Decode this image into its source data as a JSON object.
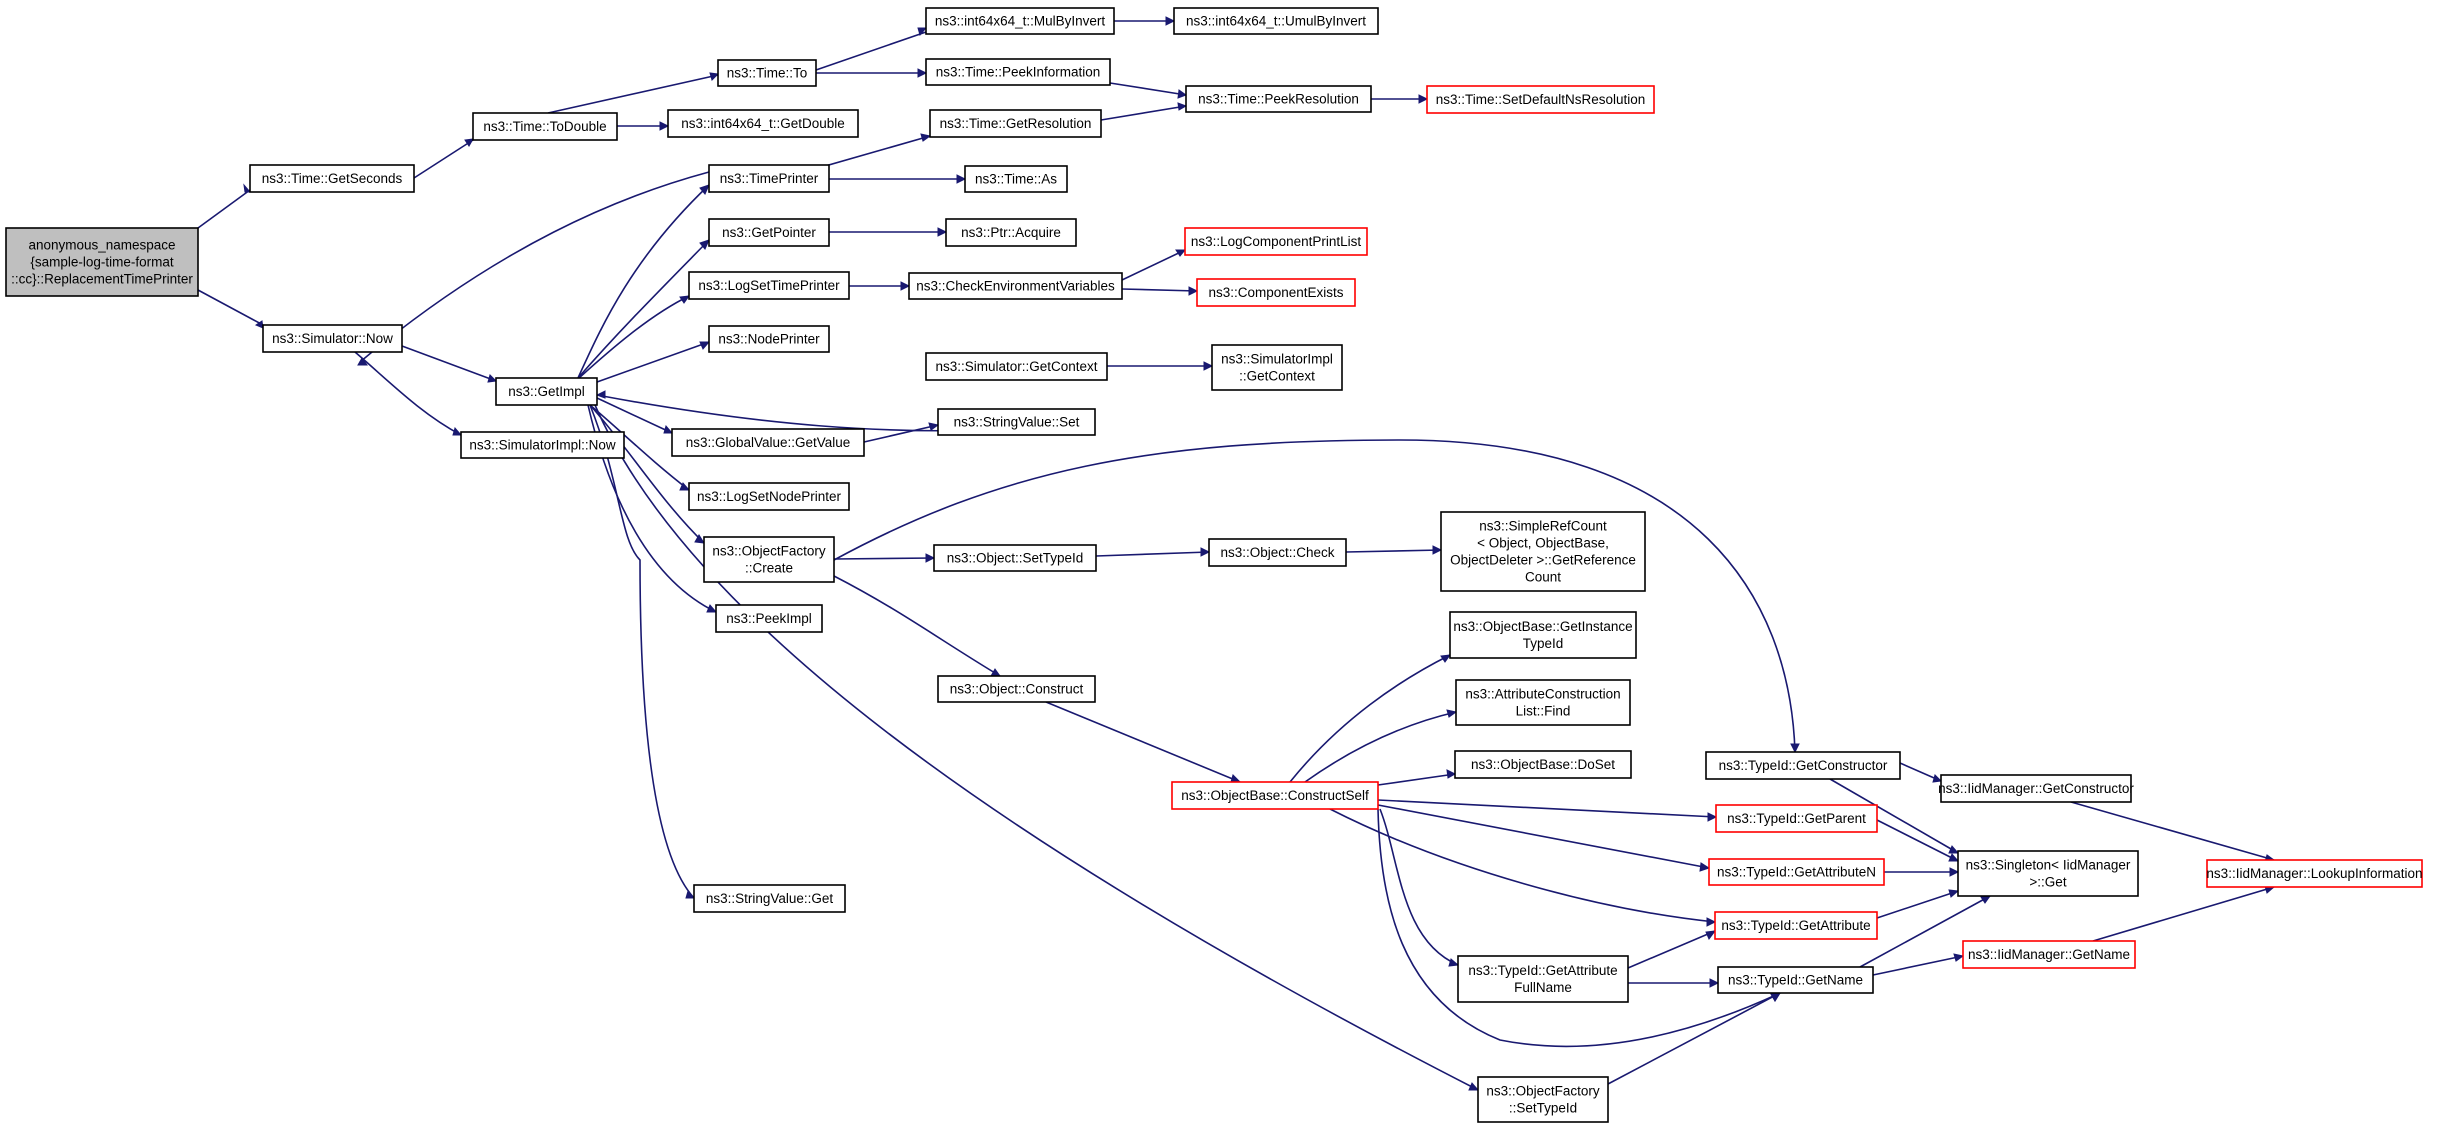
{
  "colors": {
    "edge": "#191970",
    "border": "#000000",
    "incomplete_border": "#ff0000",
    "root_fill": "#bfbfbf",
    "background": "#ffffff"
  },
  "nodes": {
    "root": {
      "lines": [
        "anonymous_namespace",
        "{sample-log-time-format",
        "::cc}::ReplacementTimePrinter"
      ]
    },
    "getseconds": {
      "lines": [
        "ns3::Time::GetSeconds"
      ]
    },
    "simnow": {
      "lines": [
        "ns3::Simulator::Now"
      ]
    },
    "todouble": {
      "lines": [
        "ns3::Time::ToDouble"
      ]
    },
    "timeto": {
      "lines": [
        "ns3::Time::To"
      ]
    },
    "getdouble": {
      "lines": [
        "ns3::int64x64_t::GetDouble"
      ]
    },
    "mulbyinvert": {
      "lines": [
        "ns3::int64x64_t::MulByInvert"
      ]
    },
    "umulbyinvert": {
      "lines": [
        "ns3::int64x64_t::UmulByInvert"
      ]
    },
    "peekinformation": {
      "lines": [
        "ns3::Time::PeekInformation"
      ]
    },
    "peekresolution": {
      "lines": [
        "ns3::Time::PeekResolution"
      ]
    },
    "setdefaultns": {
      "lines": [
        "ns3::Time::SetDefaultNsResolution"
      ]
    },
    "getresolution": {
      "lines": [
        "ns3::Time::GetResolution"
      ]
    },
    "timeprinter": {
      "lines": [
        "ns3::TimePrinter"
      ]
    },
    "timeas": {
      "lines": [
        "ns3::Time::As"
      ]
    },
    "getpointer": {
      "lines": [
        "ns3::GetPointer"
      ]
    },
    "ptracquire": {
      "lines": [
        "ns3::Ptr::Acquire"
      ]
    },
    "logsettimeprinter": {
      "lines": [
        "ns3::LogSetTimePrinter"
      ]
    },
    "checkenv": {
      "lines": [
        "ns3::CheckEnvironmentVariables"
      ]
    },
    "logcompprint": {
      "lines": [
        "ns3::LogComponentPrintList"
      ]
    },
    "compexists": {
      "lines": [
        "ns3::ComponentExists"
      ]
    },
    "nodeprinter": {
      "lines": [
        "ns3::NodePrinter"
      ]
    },
    "simgetcontext": {
      "lines": [
        "ns3::Simulator::GetContext"
      ]
    },
    "simimplgetcontext": {
      "lines": [
        "ns3::SimulatorImpl",
        "::GetContext"
      ]
    },
    "getimpl": {
      "lines": [
        "ns3::GetImpl"
      ]
    },
    "simimplnow": {
      "lines": [
        "ns3::SimulatorImpl::Now"
      ]
    },
    "globalvalue": {
      "lines": [
        "ns3::GlobalValue::GetValue"
      ]
    },
    "stringvalueset": {
      "lines": [
        "ns3::StringValue::Set"
      ]
    },
    "logsetnodeprinter": {
      "lines": [
        "ns3::LogSetNodePrinter"
      ]
    },
    "objfactorycreate": {
      "lines": [
        "ns3::ObjectFactory",
        "::Create"
      ]
    },
    "objsettypeid": {
      "lines": [
        "ns3::Object::SetTypeId"
      ]
    },
    "objcheck": {
      "lines": [
        "ns3::Object::Check"
      ]
    },
    "simplerefcount": {
      "lines": [
        "ns3::SimpleRefCount",
        "< Object, ObjectBase,",
        "ObjectDeleter >::GetReference",
        "Count"
      ]
    },
    "peekimpl": {
      "lines": [
        "ns3::PeekImpl"
      ]
    },
    "objconstruct": {
      "lines": [
        "ns3::Object::Construct"
      ]
    },
    "getinstancetypeid": {
      "lines": [
        "ns3::ObjectBase::GetInstance",
        "TypeId"
      ]
    },
    "attrconstfind": {
      "lines": [
        "ns3::AttributeConstruction",
        "List::Find"
      ]
    },
    "doset": {
      "lines": [
        "ns3::ObjectBase::DoSet"
      ]
    },
    "constructself": {
      "lines": [
        "ns3::ObjectBase::ConstructSelf"
      ]
    },
    "typeidgetconstructor": {
      "lines": [
        "ns3::TypeId::GetConstructor"
      ]
    },
    "iidgetconstructor": {
      "lines": [
        "ns3::IidManager::GetConstructor"
      ]
    },
    "typeidgetparent": {
      "lines": [
        "ns3::TypeId::GetParent"
      ]
    },
    "singletonget": {
      "lines": [
        "ns3::Singleton< IidManager",
        ">::Get"
      ]
    },
    "lookupinfo": {
      "lines": [
        "ns3::IidManager::LookupInformation"
      ]
    },
    "getattributen": {
      "lines": [
        "ns3::TypeId::GetAttributeN"
      ]
    },
    "getattribute": {
      "lines": [
        "ns3::TypeId::GetAttribute"
      ]
    },
    "stringvalueget": {
      "lines": [
        "ns3::StringValue::Get"
      ]
    },
    "getattrfullname": {
      "lines": [
        "ns3::TypeId::GetAttribute",
        "FullName"
      ]
    },
    "typeidgetname": {
      "lines": [
        "ns3::TypeId::GetName"
      ]
    },
    "iidgetname": {
      "lines": [
        "ns3::IidManager::GetName"
      ]
    },
    "objfactorysettypeid": {
      "lines": [
        "ns3::ObjectFactory",
        "::SetTypeId"
      ]
    }
  }
}
